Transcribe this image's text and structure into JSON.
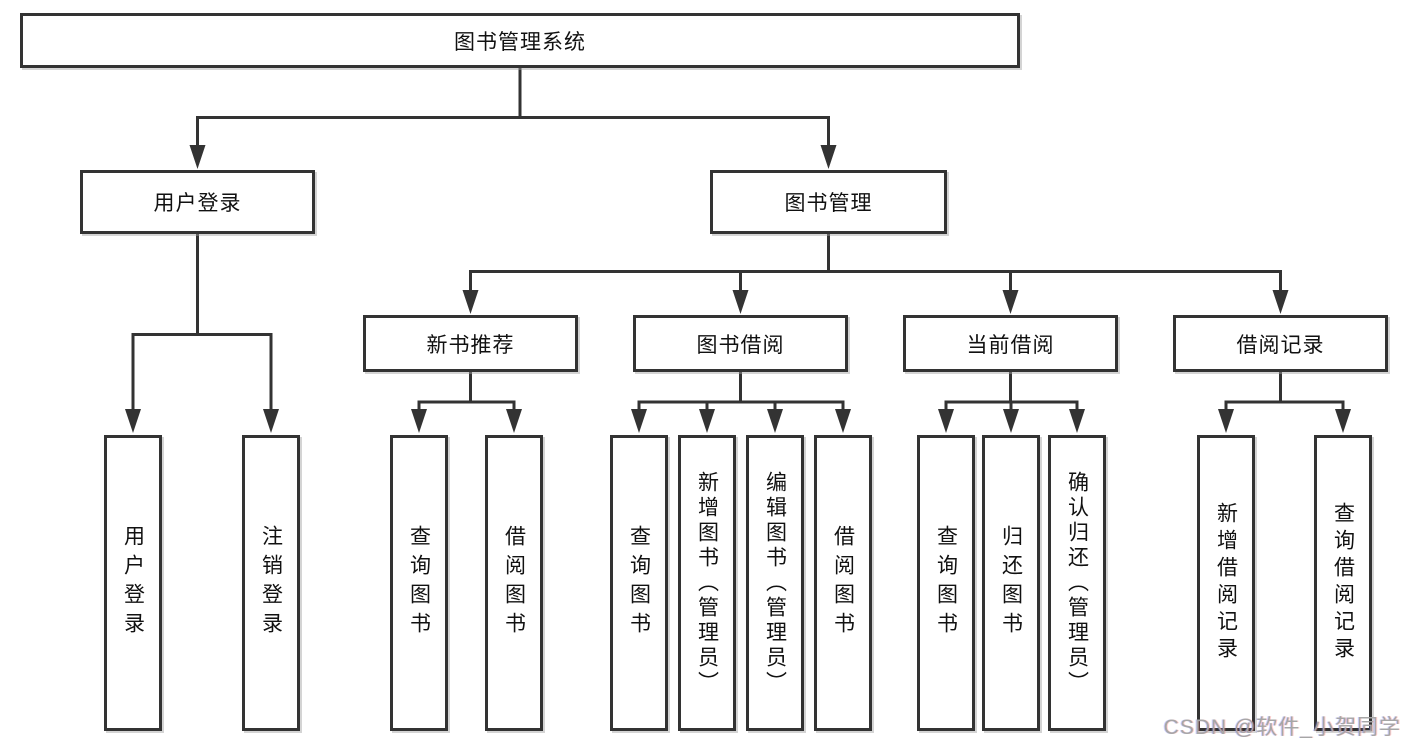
{
  "diagram": {
    "root": {
      "label": "图书管理系统"
    },
    "level2": {
      "user_login": {
        "label": "用户登录"
      },
      "book_management": {
        "label": "图书管理"
      }
    },
    "level3": {
      "new_book_recommend": {
        "label": "新书推荐"
      },
      "book_borrow": {
        "label": "图书借阅"
      },
      "current_borrow": {
        "label": "当前借阅"
      },
      "borrow_record": {
        "label": "借阅记录"
      }
    },
    "leaves": {
      "user_login": {
        "label": "用户登录"
      },
      "logout": {
        "label": "注销登录"
      },
      "recommend_query_books": {
        "label": "查询图书"
      },
      "recommend_borrow_books": {
        "label": "借阅图书"
      },
      "borrow_query_books": {
        "label": "查询图书"
      },
      "borrow_add_books": {
        "label": "新增图书（管理员）"
      },
      "borrow_edit_books": {
        "label": "编辑图书（管理员）"
      },
      "borrow_borrow_books": {
        "label": "借阅图书"
      },
      "current_query_books": {
        "label": "查询图书"
      },
      "current_return_books": {
        "label": "归还图书"
      },
      "current_confirm_return": {
        "label": "确认归还（管理员）"
      },
      "record_add": {
        "label": "新增借阅记录"
      },
      "record_query": {
        "label": "查询借阅记录"
      }
    }
  },
  "watermark": {
    "text": "CSDN @软件_小贺同学",
    "color": "#a6a6a6"
  },
  "colors": {
    "line": "#333333",
    "node_border": "#333333",
    "background": "#ffffff",
    "text": "#111111"
  }
}
